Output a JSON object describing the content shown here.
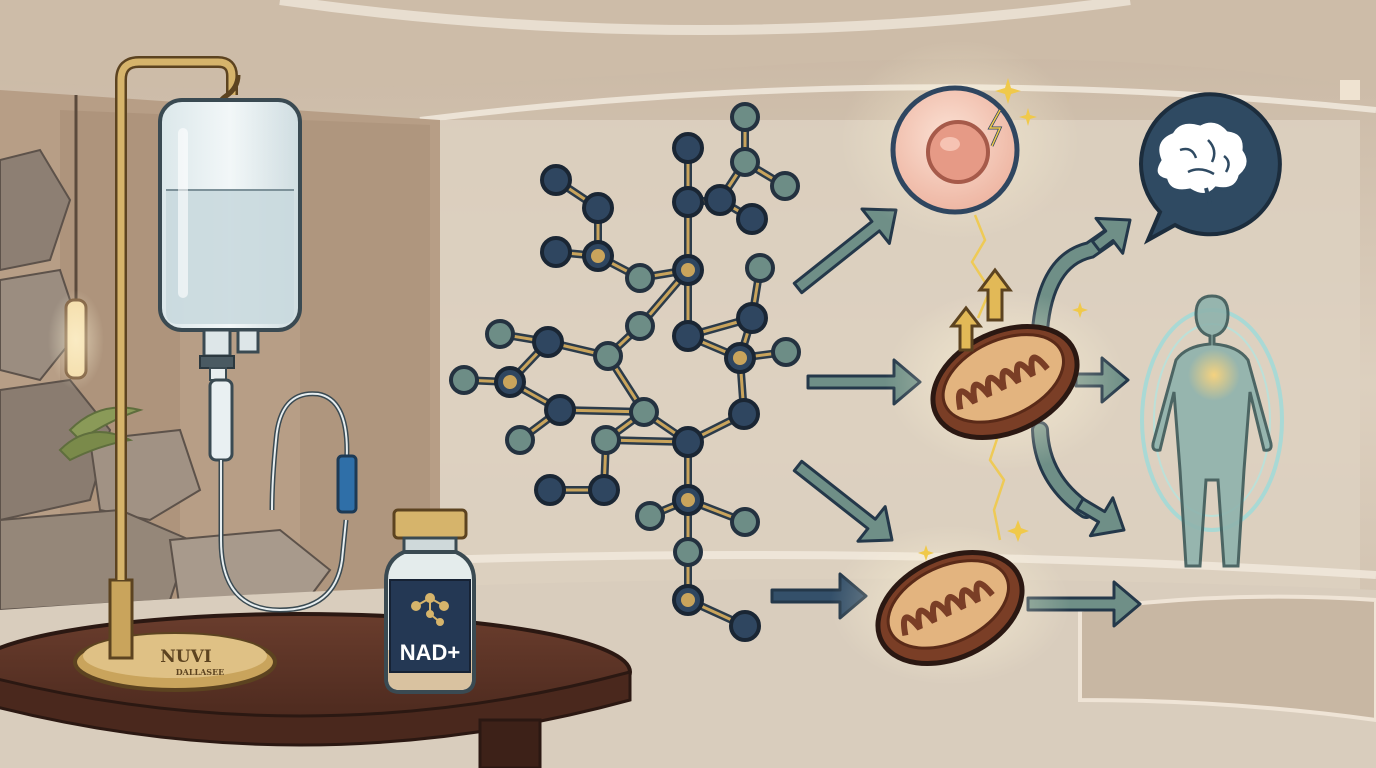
{
  "scene": {
    "stand_brand": "NUVI",
    "stand_brand_sub": "DALLASEE",
    "vial_label": "NAD+",
    "colors": {
      "wall": "#d8cab7",
      "table": "#5c3427",
      "brass": "#c9a45c",
      "molecule_node": "#6d8d86",
      "molecule_dark": "#2f4660",
      "mitochondria": "#9a5a3d",
      "arrow": "#6f8f87",
      "arrow_dark": "#34506a",
      "energy_glow": "#f3d98a",
      "vial_label_bg": "#243854"
    },
    "icons": [
      "iv-bag-icon",
      "iv-stand-icon",
      "vial-icon",
      "molecule-icon",
      "cell-icon",
      "lightning-icon",
      "mitochondria-icon",
      "brain-icon",
      "speech-bubble-icon",
      "human-body-icon",
      "arrow-icon"
    ]
  }
}
